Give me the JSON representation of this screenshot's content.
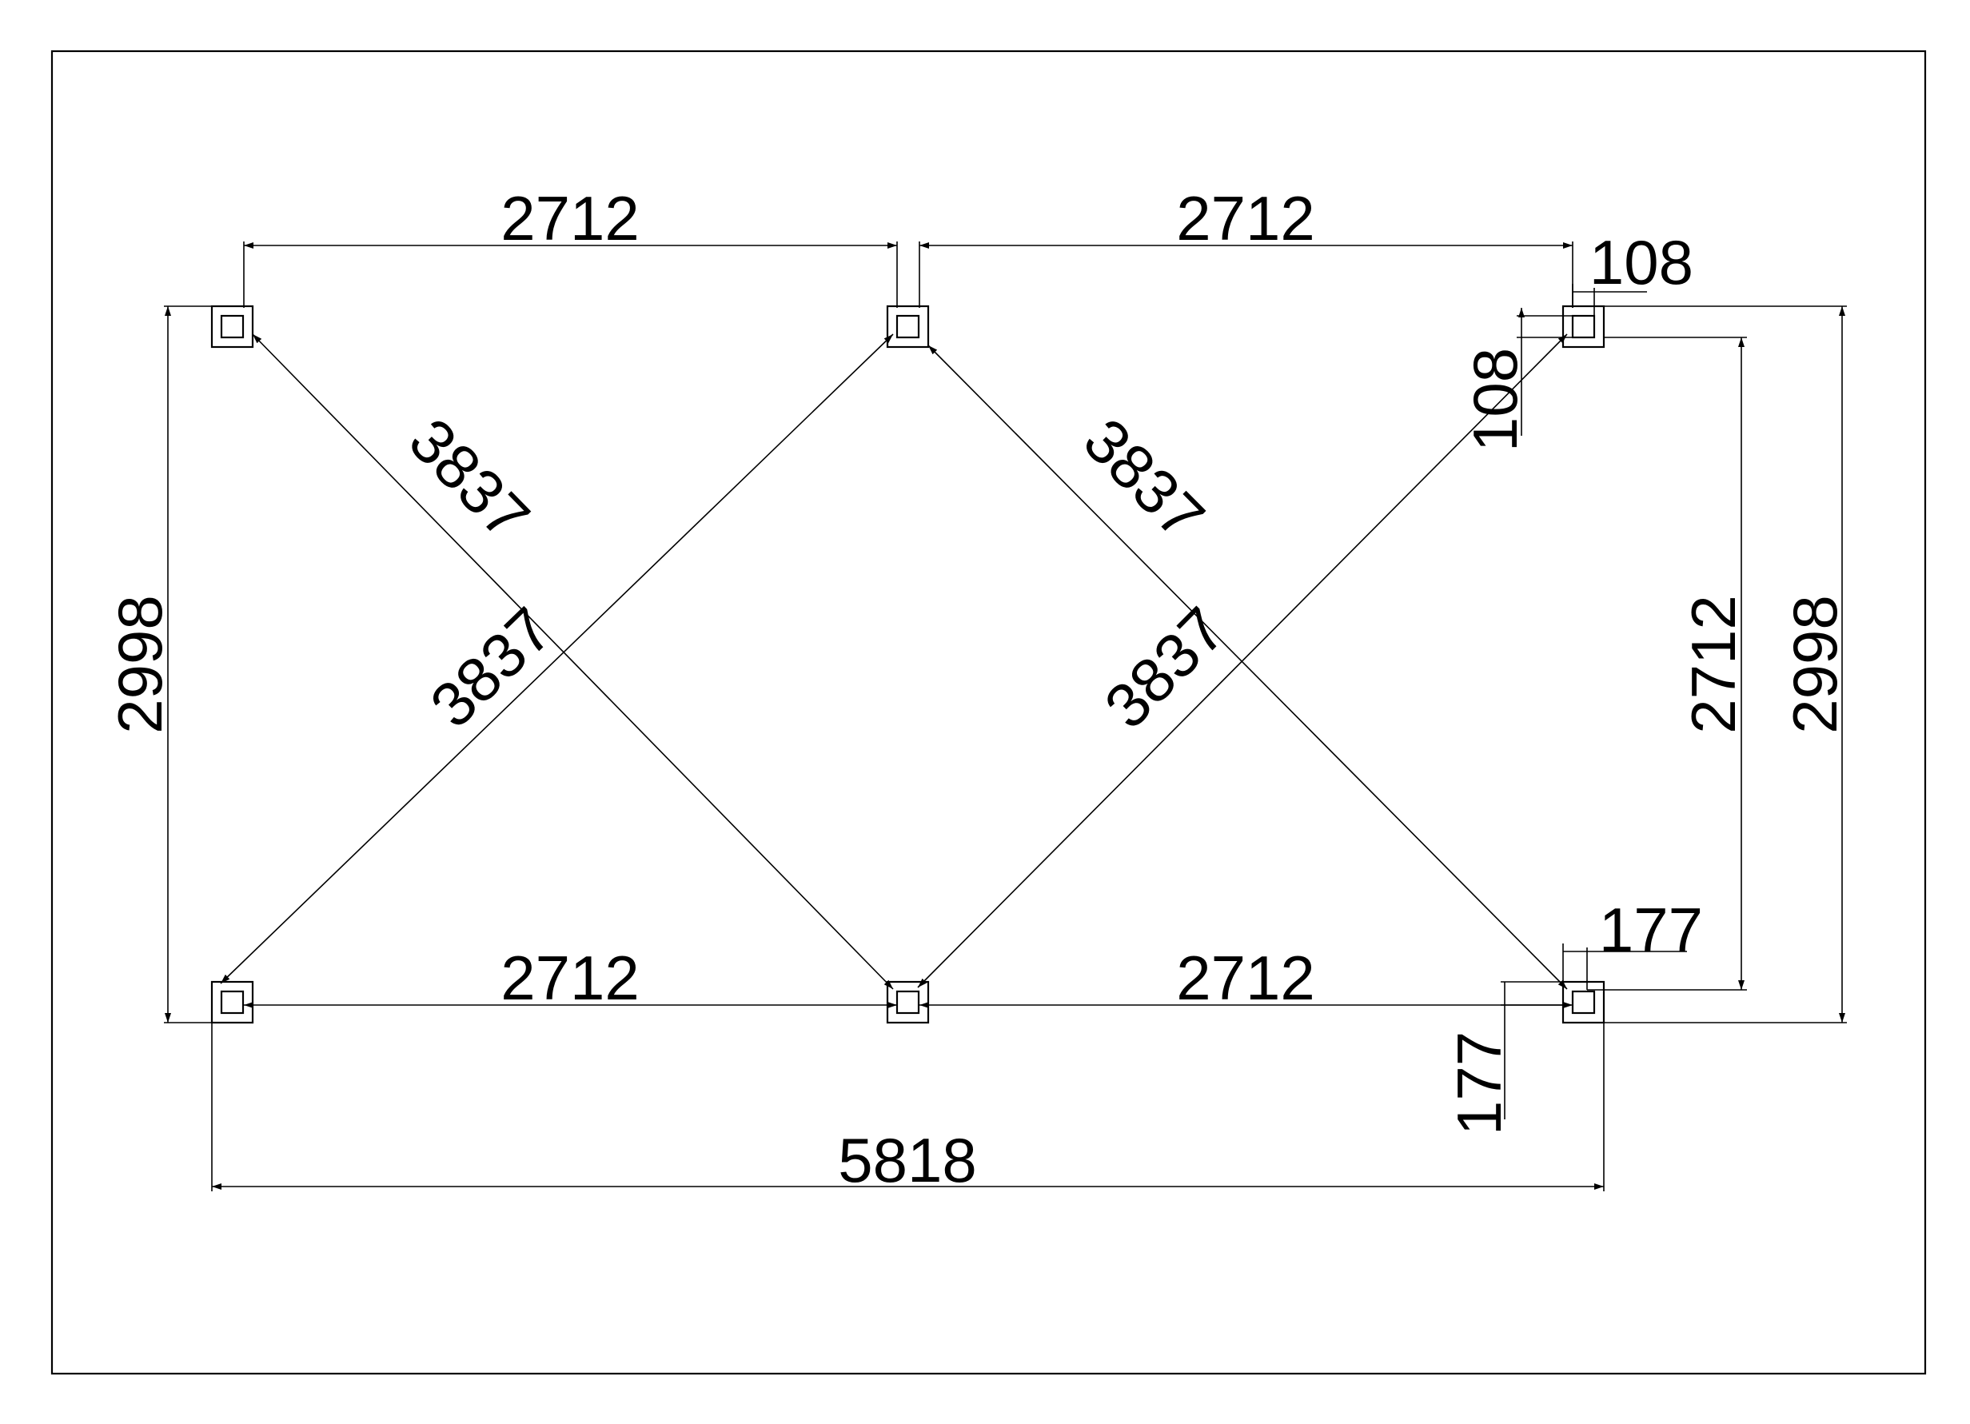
{
  "drawing": {
    "dimensions": {
      "top_left_span": "2712",
      "top_right_span": "2712",
      "bottom_left_span": "2712",
      "bottom_right_span": "2712",
      "overall_length": "5818",
      "left_height": "2998",
      "right_inner_height": "2712",
      "right_outer_height": "2998",
      "diag_left_down": "3837",
      "diag_left_up": "3837",
      "diag_right_down": "3837",
      "diag_right_up": "3837",
      "post_offset_top_h": "108",
      "post_offset_top_v": "108",
      "post_offset_bottom_h": "177",
      "post_offset_bottom_v": "177"
    },
    "colors": {
      "line": "#000000",
      "background": "#ffffff"
    }
  }
}
